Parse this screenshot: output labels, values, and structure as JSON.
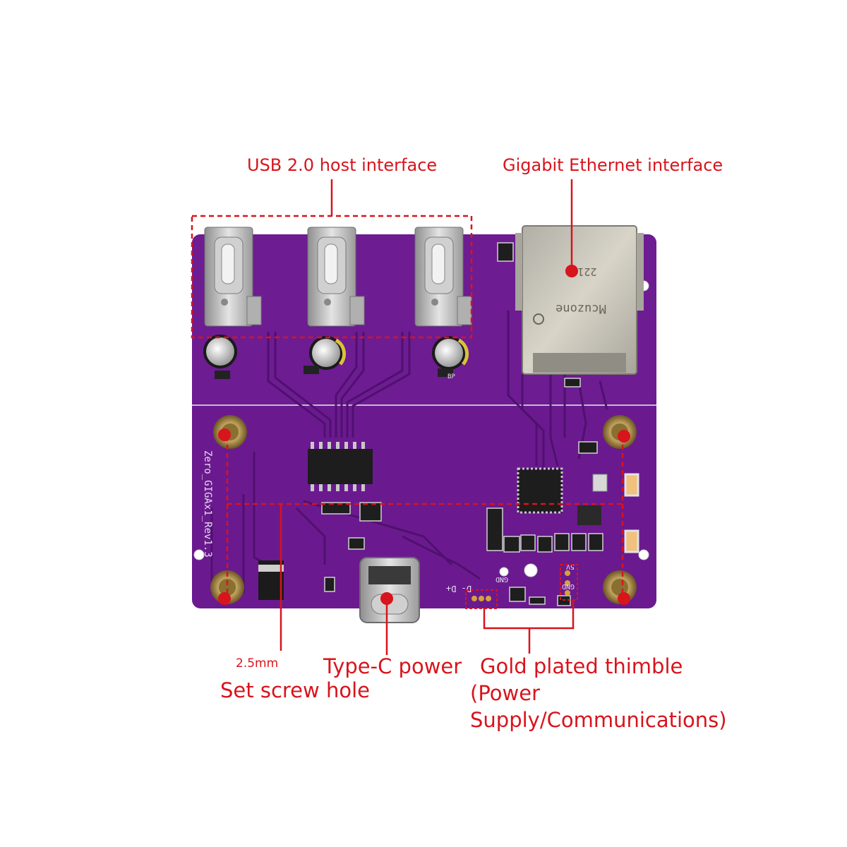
{
  "labels": {
    "usb": "USB 2.0 host interface",
    "ethernet": "Gigabit Ethernet interface",
    "screw_size": "2.5mm",
    "screw_hole": "Set screw hole",
    "typec": "Type-C power",
    "gold_line1": "Gold plated thimble",
    "gold_line2": "(Power",
    "gold_line3": "Supply/Communications)"
  },
  "silkscreen": {
    "board_name": "Zero_GIGAx1_Rev1.3",
    "rj45_brand": "Mcuzone",
    "rj45_code": "221",
    "pin_dminus_dplus": "D- D+",
    "pin_gnd_a": "GND",
    "pin_5v": "5V",
    "pin_gnd_b": "GND",
    "cap_mark": "BP"
  },
  "colors": {
    "annotation": "#d8141c",
    "pcb": "#6a1a8e",
    "pcb_dark": "#501070",
    "metal": "#b8b8b8",
    "gold": "#d6a23a"
  }
}
